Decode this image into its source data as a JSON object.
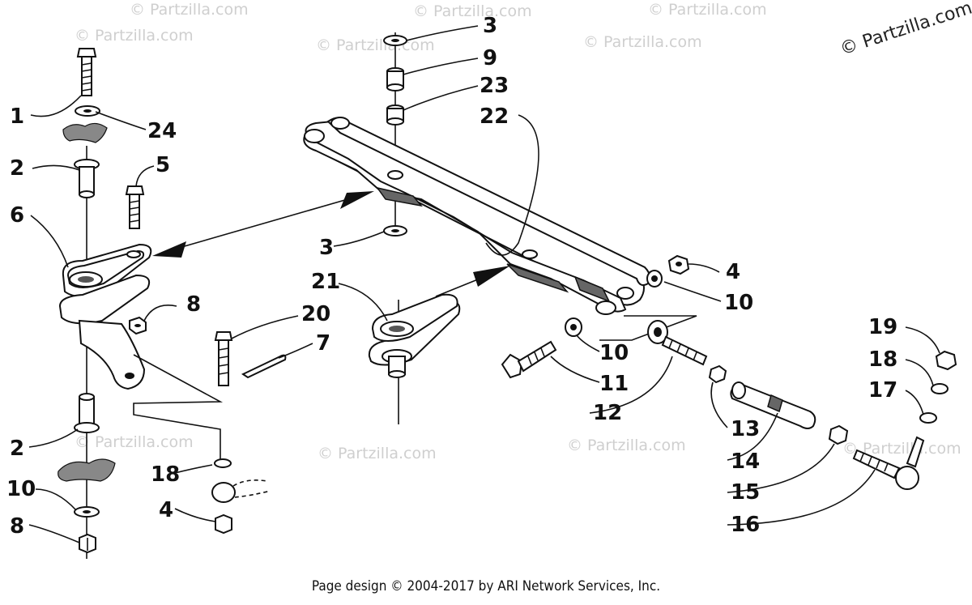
{
  "watermarks": {
    "brand": "© Partzilla.com",
    "corner": "© Partzilla.com"
  },
  "callouts": {
    "c1": "1",
    "c24": "24",
    "c2a": "2",
    "c5": "5",
    "c6": "6",
    "c8a": "8",
    "c20": "20",
    "c7": "7",
    "c2b": "2",
    "c10a": "10",
    "c8b": "8",
    "c18a": "18",
    "c4a": "4",
    "c3a": "3",
    "c9": "9",
    "c23": "23",
    "c22": "22",
    "c3b": "3",
    "c21": "21",
    "c4b": "4",
    "c10b": "10",
    "c10c": "10",
    "c11": "11",
    "c12": "12",
    "c13": "13",
    "c14": "14",
    "c15": "15",
    "c16": "16",
    "c19": "19",
    "c18b": "18",
    "c17": "17"
  },
  "footer": "Page design © 2004-2017 by ARI Network Services, Inc."
}
